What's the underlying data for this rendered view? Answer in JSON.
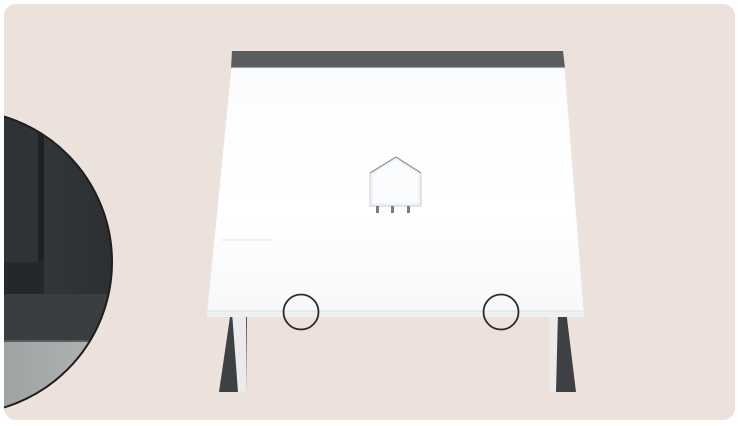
{
  "scene": {
    "description_visible_text": "",
    "colors": {
      "background": "#ede1dc",
      "panel_top": "#ffffff",
      "panel_side": "#f2f4f6",
      "back_strip": "#5a5d5f",
      "leg_dark": "#3e4143",
      "leg_light": "#f4f4f4",
      "callout_stroke": "#2a2a2a",
      "zoom_dark": "#2c3032",
      "zoom_mid": "#3a3e41",
      "zoom_floor": "#9fa3a3"
    },
    "icons": [
      "house-outline-cutout",
      "callout-circle",
      "zoom-magnifier"
    ]
  }
}
